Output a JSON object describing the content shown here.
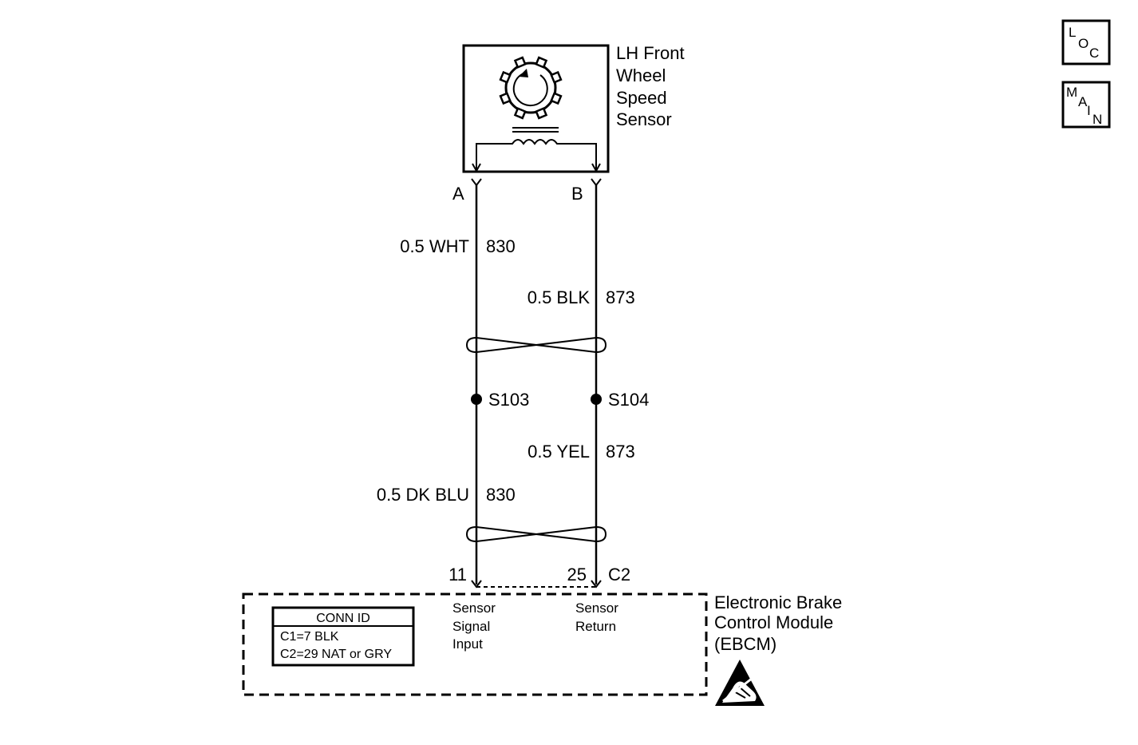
{
  "sensor": {
    "name_lines": [
      "LH Front",
      "Wheel",
      "Speed",
      "Sensor"
    ],
    "pin_a": "A",
    "pin_b": "B"
  },
  "wires": {
    "upper_left_color": "0.5 WHT",
    "upper_left_circuit": "830",
    "upper_right_color": "0.5 BLK",
    "upper_right_circuit": "873",
    "lower_right_color": "0.5 YEL",
    "lower_right_circuit": "873",
    "lower_left_color": "0.5 DK BLU",
    "lower_left_circuit": "830"
  },
  "splices": {
    "left": "S103",
    "right": "S104"
  },
  "connector": {
    "pin_left": "11",
    "pin_right": "25",
    "id": "C2"
  },
  "module": {
    "name_lines": [
      "Electronic Brake",
      "Control Module",
      "(EBCM)"
    ],
    "signal_label_lines": [
      "Sensor",
      "Signal",
      "Input"
    ],
    "return_label_lines": [
      "Sensor",
      "Return"
    ]
  },
  "conn_id_table": {
    "header": "CONN ID",
    "rows": [
      "C1=7 BLK",
      "C2=29 NAT or GRY"
    ]
  },
  "nav_icons": {
    "loc": [
      "L",
      "O",
      "C"
    ],
    "main": [
      "M",
      "A",
      "I",
      "N"
    ]
  },
  "icons": {
    "esd": "esd-sensitive-icon",
    "gear": "gear-icon",
    "coil": "coil-icon"
  }
}
